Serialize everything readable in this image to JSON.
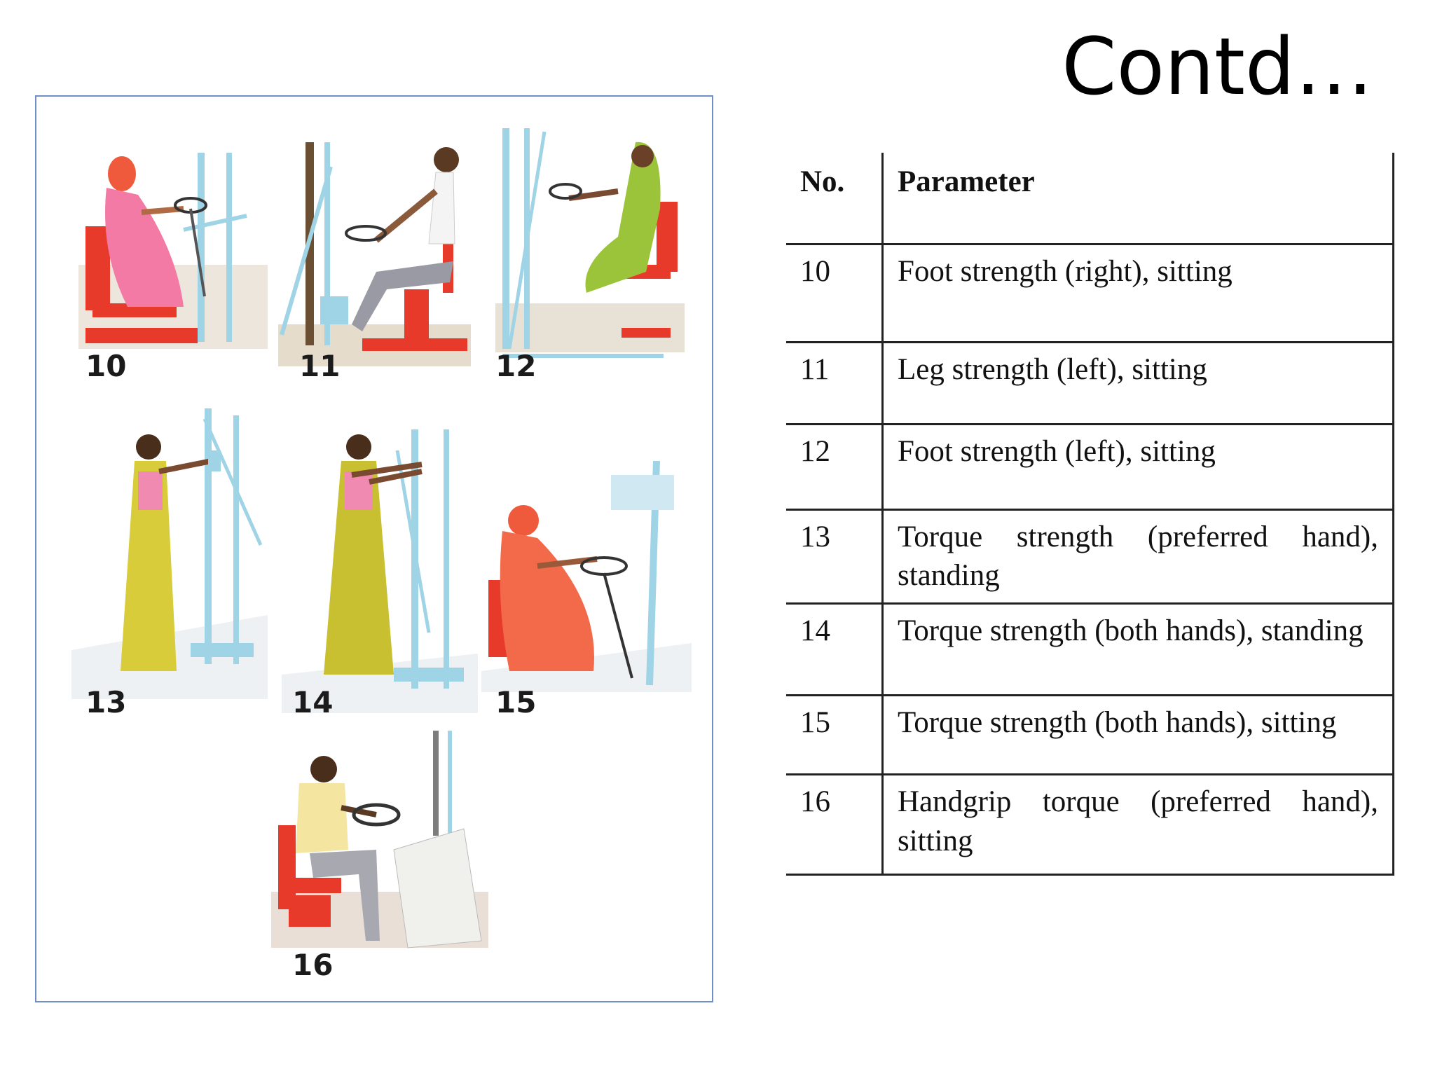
{
  "slide": {
    "title": "Contd…"
  },
  "figure": {
    "panels": [
      {
        "label": "10"
      },
      {
        "label": "11"
      },
      {
        "label": "12"
      },
      {
        "label": "13"
      },
      {
        "label": "14"
      },
      {
        "label": "15"
      },
      {
        "label": "16"
      }
    ]
  },
  "table": {
    "headers": {
      "no": "No.",
      "parameter": "Parameter"
    },
    "rows": [
      {
        "no": "10",
        "parameter": "Foot strength (right), sitting"
      },
      {
        "no": "11",
        "parameter": "Leg strength (left), sitting"
      },
      {
        "no": "12",
        "parameter": "Foot strength (left), sitting"
      },
      {
        "no": "13",
        "parameter": "Torque strength (preferred hand), standing"
      },
      {
        "no": "14",
        "parameter": "Torque strength (both hands), standing"
      },
      {
        "no": "15",
        "parameter": "Torque strength (both hands), sitting"
      },
      {
        "no": "16",
        "parameter": "Handgrip torque (preferred hand), sitting"
      }
    ]
  },
  "colors": {
    "frame": "#9fd3e6",
    "seat": "#e83a2a",
    "border": "#6f8fc9"
  }
}
